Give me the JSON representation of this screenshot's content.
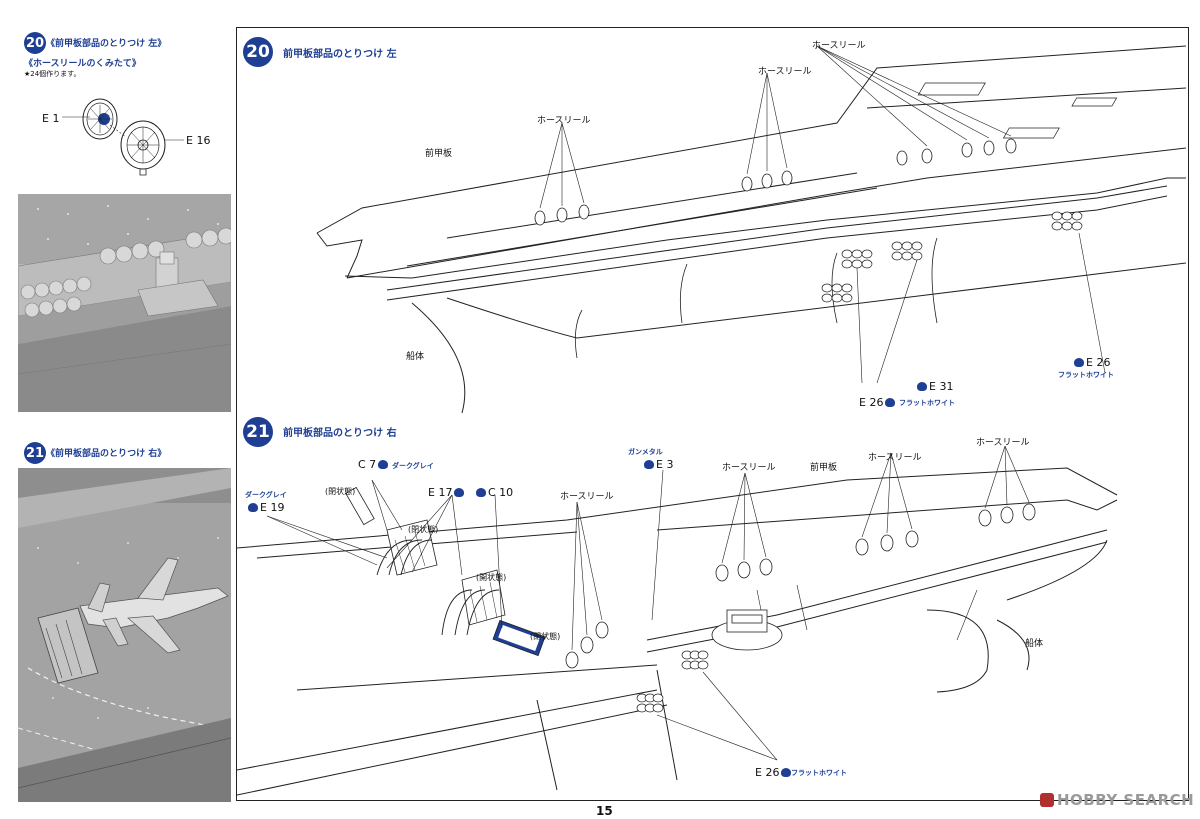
{
  "left_column": {
    "step20_number": "20",
    "step20_title": "《前甲板部品のとりつけ 左》",
    "sub_title": "《ホースリールのくみたて》",
    "note": "★24個作ります。",
    "part_e1": "E 1",
    "part_e16": "E 16",
    "step21_number": "21",
    "step21_title": "《前甲板部品のとりつけ 右》"
  },
  "step20": {
    "number": "20",
    "title": "前甲板部品のとりつけ 左",
    "hose_reel_labels": [
      "ホースリール",
      "ホースリール",
      "ホースリール"
    ],
    "front_deck": "前甲板",
    "hull": "船体",
    "e26_right": "E 26",
    "e26_right_color": "フラットホワイト",
    "e31": "E 31",
    "e26_bottom": "E 26",
    "e26_bottom_color": "フラットホワイト"
  },
  "step21": {
    "number": "21",
    "title": "前甲板部品のとりつけ 右",
    "c7": "C 7",
    "c7_color": "ダークグレイ",
    "e19_color": "ダークグレイ",
    "e19": "E 19",
    "open_state_1": "(閉状態)",
    "open_state_2": "(閉状態)",
    "open_state_3": "(開状態)",
    "open_state_4": "(閉状態)",
    "e17": "E 17",
    "c10": "C 10",
    "e3_color": "ガンメタル",
    "e3": "E 3",
    "hose_reel_labels": [
      "ホースリール",
      "ホースリール",
      "ホースリール",
      "ホースリール"
    ],
    "front_deck": "前甲板",
    "hull": "船体",
    "e26": "E 26",
    "e26_color": "フラットホワイト"
  },
  "page_number": "15",
  "watermark": "HOBBY SEARCH",
  "colors": {
    "accent": "#1f3f95",
    "line": "#222222",
    "watermark": "#9a9a9a"
  }
}
